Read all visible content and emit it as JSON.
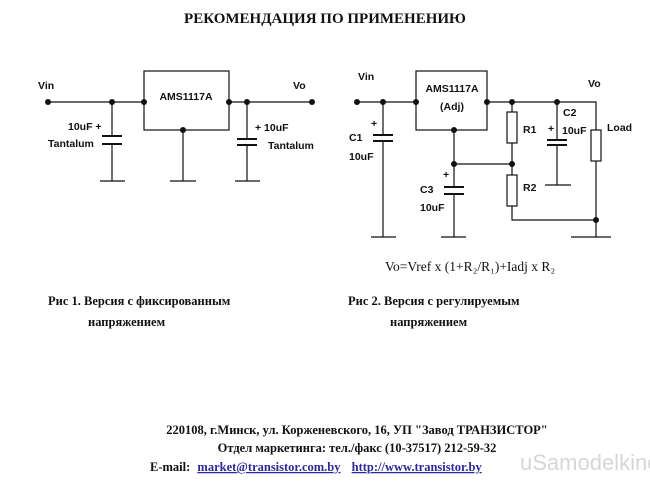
{
  "title": "РЕКОМЕНДАЦИЯ ПО ПРИМЕНЕНИЮ",
  "fig1": {
    "vin": "Vin",
    "vo": "Vo",
    "chip": "AMS1117A",
    "cin_value": "10uF +",
    "cin_type": "Tantalum",
    "cout_value": "+  10uF",
    "cout_type": "Tantalum",
    "caption_line1": "Рис 1. Версия с фиксированным",
    "caption_line2": "напряжением"
  },
  "fig2": {
    "vin": "Vin",
    "vo": "Vo",
    "chip": "AMS1117A",
    "chip_sub": "(Adj)",
    "c1": "C1",
    "c1_value": "10uF",
    "c2": "C2",
    "c2_value": "10uF",
    "c3": "C3",
    "c3_value": "10uF",
    "r1": "R1",
    "r2": "R2",
    "load": "Load",
    "plus": "+",
    "formula": "Vo=Vref x (1+R₂/R₁)+Iadj x R₂",
    "caption_line1": "Рис 2. Версия с регулируемым",
    "caption_line2": "напряжением"
  },
  "footer": {
    "address": "220108, г.Минск, ул. Корженевского, 16,   УП \"Завод ТРАНЗИСТОР\"",
    "marketing": "Отдел маркетинга:  тел./факс (10-37517) 212-59-32",
    "email_label": "E-mail:",
    "email": "market@transistor.com.by",
    "website": "http://www.transistor.by"
  },
  "watermark": "uSamodelkino.ru"
}
